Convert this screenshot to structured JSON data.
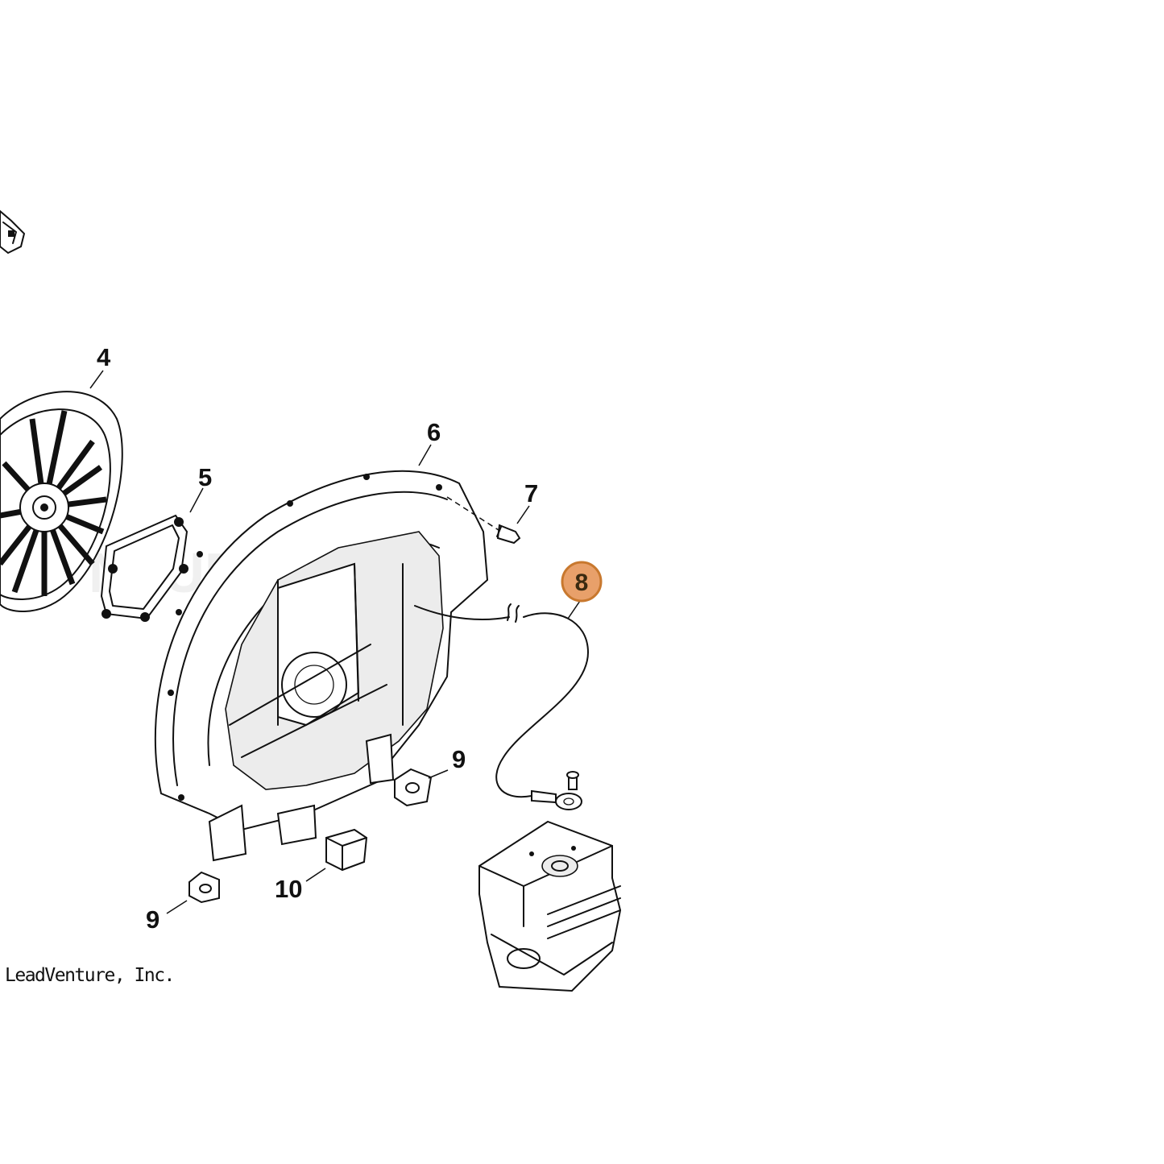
{
  "diagram": {
    "callouts": [
      {
        "id": "4",
        "label": "4"
      },
      {
        "id": "5",
        "label": "5"
      },
      {
        "id": "6",
        "label": "6"
      },
      {
        "id": "7",
        "label": "7"
      },
      {
        "id": "8",
        "label": "8",
        "highlighted": true
      },
      {
        "id": "9a",
        "label": "9"
      },
      {
        "id": "9b",
        "label": "9"
      },
      {
        "id": "10",
        "label": "10"
      }
    ],
    "highlight_color": "#e8a06a",
    "highlight_border": "#c8782e",
    "copyright": "LeadVenture, Inc."
  }
}
